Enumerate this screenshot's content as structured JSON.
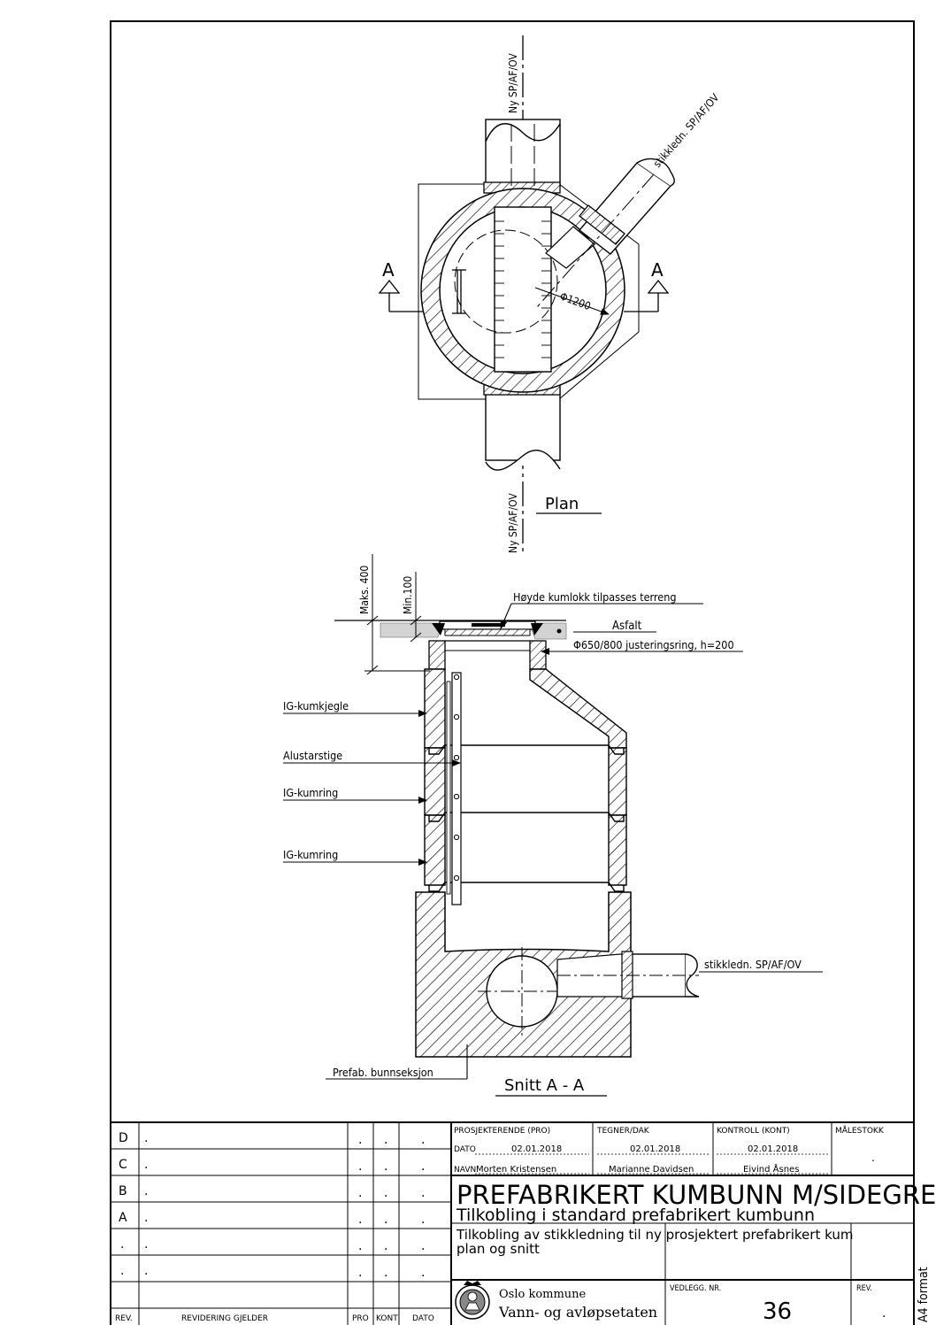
{
  "plan": {
    "pipe_label_top": "Ny SP/AF/OV",
    "pipe_label_bottom": "Ny SP/AF/OV",
    "branch_label": "stikkledn. SP/AF/OV",
    "diameter_label": "Φ1200",
    "section_mark_left": "A",
    "section_mark_right": "A",
    "title": "Plan"
  },
  "section": {
    "dim_max": "Maks. 400",
    "dim_min": "Min.100",
    "lid_note": "Høyde kumlokk tilpasses terreng",
    "asphalt": "Asfalt",
    "adjust_ring": "Φ650/800 justeringsring, h=200",
    "cone": "IG-kumkjegle",
    "ladder": "Alustarstige",
    "ring1": "IG-kumring",
    "ring2": "IG-kumring",
    "branch": "stikkledn. SP/AF/OV",
    "bottom": "Prefab. bunnseksjon",
    "title": "Snitt A - A"
  },
  "titleblock": {
    "revisions": [
      {
        "rev": "D",
        "text": ".",
        "pro": ".",
        "kont": ".",
        "dato": "."
      },
      {
        "rev": "C",
        "text": ".",
        "pro": ".",
        "kont": ".",
        "dato": "."
      },
      {
        "rev": "B",
        "text": ".",
        "pro": ".",
        "kont": ".",
        "dato": "."
      },
      {
        "rev": "A",
        "text": ".",
        "pro": ".",
        "kont": ".",
        "dato": "."
      },
      {
        "rev": ".",
        "text": ".",
        "pro": ".",
        "kont": ".",
        "dato": "."
      },
      {
        "rev": ".",
        "text": ".",
        "pro": ".",
        "kont": ".",
        "dato": "."
      }
    ],
    "col_rev": "REV.",
    "col_text": "REVIDERING GJELDER",
    "col_pro": "PRO",
    "col_kont": "KONT",
    "col_dato": "DATO",
    "head_pro": "PROSJEKTERENDE (PRO)",
    "head_tegner": "TEGNER/DAK",
    "head_kontroll": "KONTROLL (KONT)",
    "head_malestokk": "MÅLESTOKK",
    "label_dato": "DATO",
    "label_navn": "NAVN",
    "dato_pro": "02.01.2018",
    "dato_tegner": "02.01.2018",
    "dato_kontroll": "02.01.2018",
    "navn_pro": "Morten Kristensen",
    "navn_tegner": "Marianne Davidsen",
    "navn_kontroll": "Eivind Åsnes",
    "malestokk": ".",
    "title": "PREFABRIKERT KUMBUNN M/SIDEGREN",
    "subtitle": "Tilkobling i standard prefabrikert kumbunn",
    "description1": "Tilkobling av stikkledning til ny prosjektert prefabrikert kum",
    "description2": "plan og snitt",
    "org1": "Oslo kommune",
    "org2": "Vann- og avløpsetaten",
    "head_vedlegg": "VEDLEGG. NR.",
    "vedlegg": "36",
    "head_rev": "REV.",
    "rev": ".",
    "format": "A4 format"
  }
}
